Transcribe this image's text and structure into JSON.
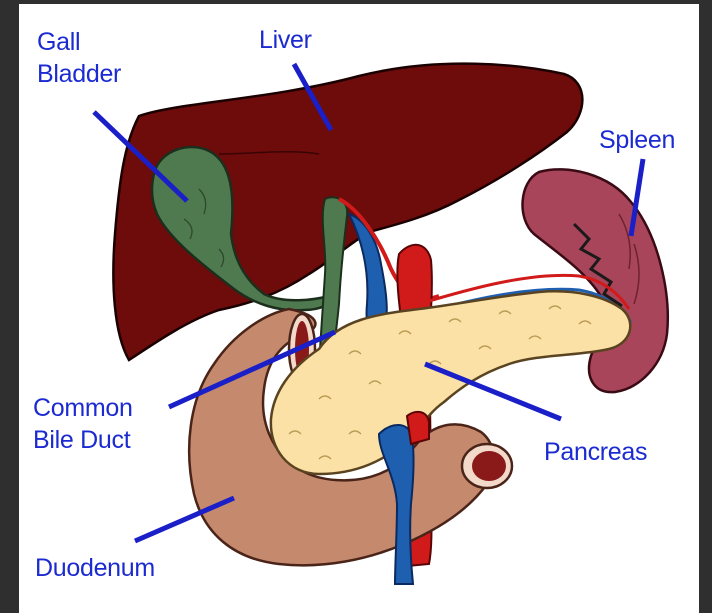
{
  "diagram": {
    "labels": {
      "gall_bladder": [
        "Gall",
        "Bladder"
      ],
      "liver": "Liver",
      "spleen": "Spleen",
      "common_bile_duct": [
        "Common",
        "Bile Duct"
      ],
      "pancreas": "Pancreas",
      "duodenum": "Duodenum"
    }
  },
  "colors": {
    "label_text": "#1b2bd1",
    "leader_line": "#1b1fc8",
    "liver": "#6e0b0b",
    "gall_bladder": "#4f7a4f",
    "spleen": "#a8455a",
    "pancreas": "#fbe1a6",
    "duodenum": "#c58a6e",
    "artery": "#d11a1a",
    "vein": "#1f5fb0",
    "background": "#ffffff",
    "frame": "#2f2f2f"
  }
}
